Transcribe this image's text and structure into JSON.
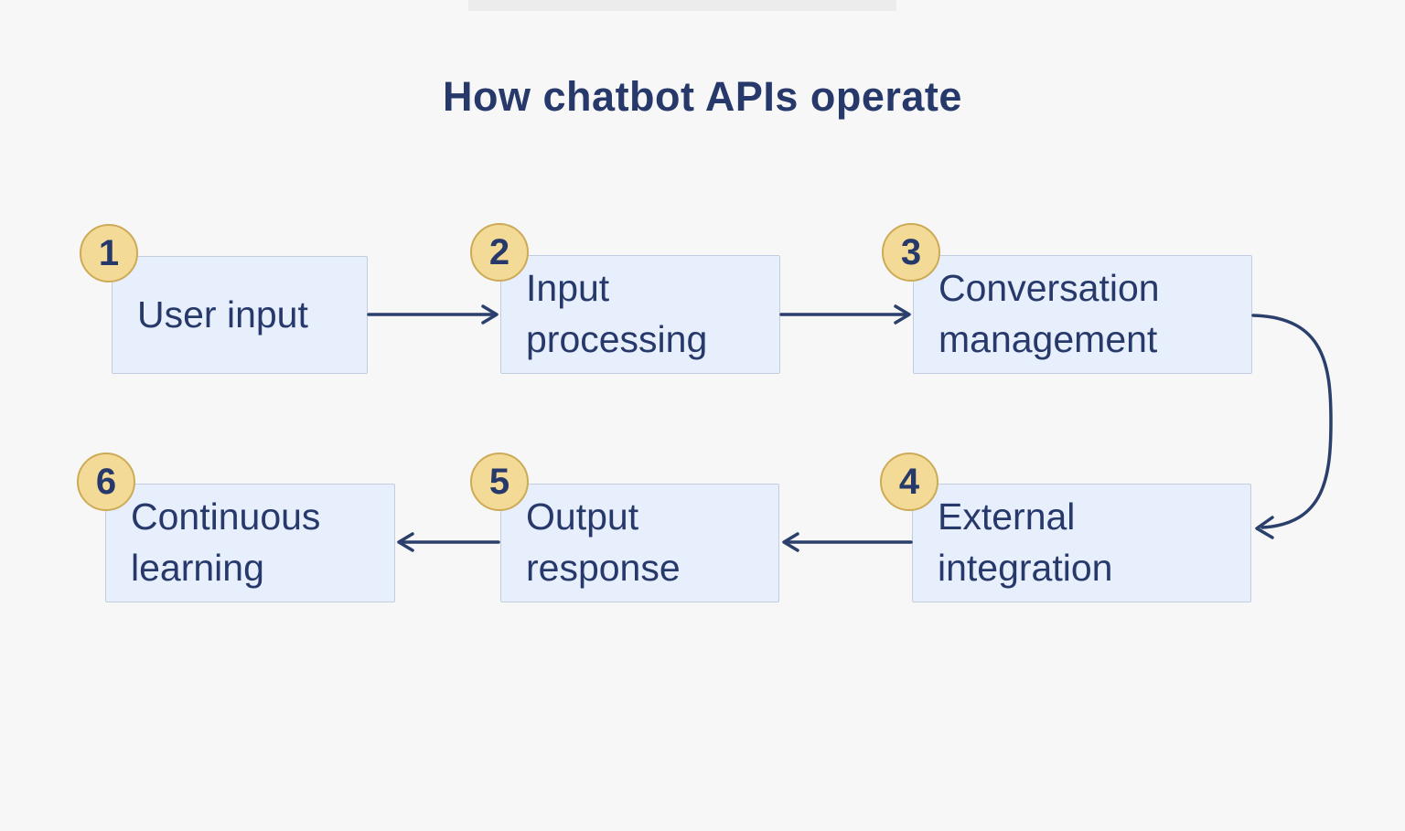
{
  "title": "How chatbot APIs operate",
  "steps": [
    {
      "number": "1",
      "label": "User input"
    },
    {
      "number": "2",
      "label": "Input processing"
    },
    {
      "number": "3",
      "label": "Conversation management"
    },
    {
      "number": "4",
      "label": "External integration"
    },
    {
      "number": "5",
      "label": "Output response"
    },
    {
      "number": "6",
      "label": "Continuous learning"
    }
  ],
  "colors": {
    "background": "#F7F7F8",
    "top_bar": "#ECECEC",
    "box_fill": "#E7EEFC",
    "box_border": "#C3CDE0",
    "badge_fill": "#F3DA97",
    "badge_border": "#CDAB56",
    "text_navy": "#27396B",
    "arrow": "#2A3F6B"
  }
}
